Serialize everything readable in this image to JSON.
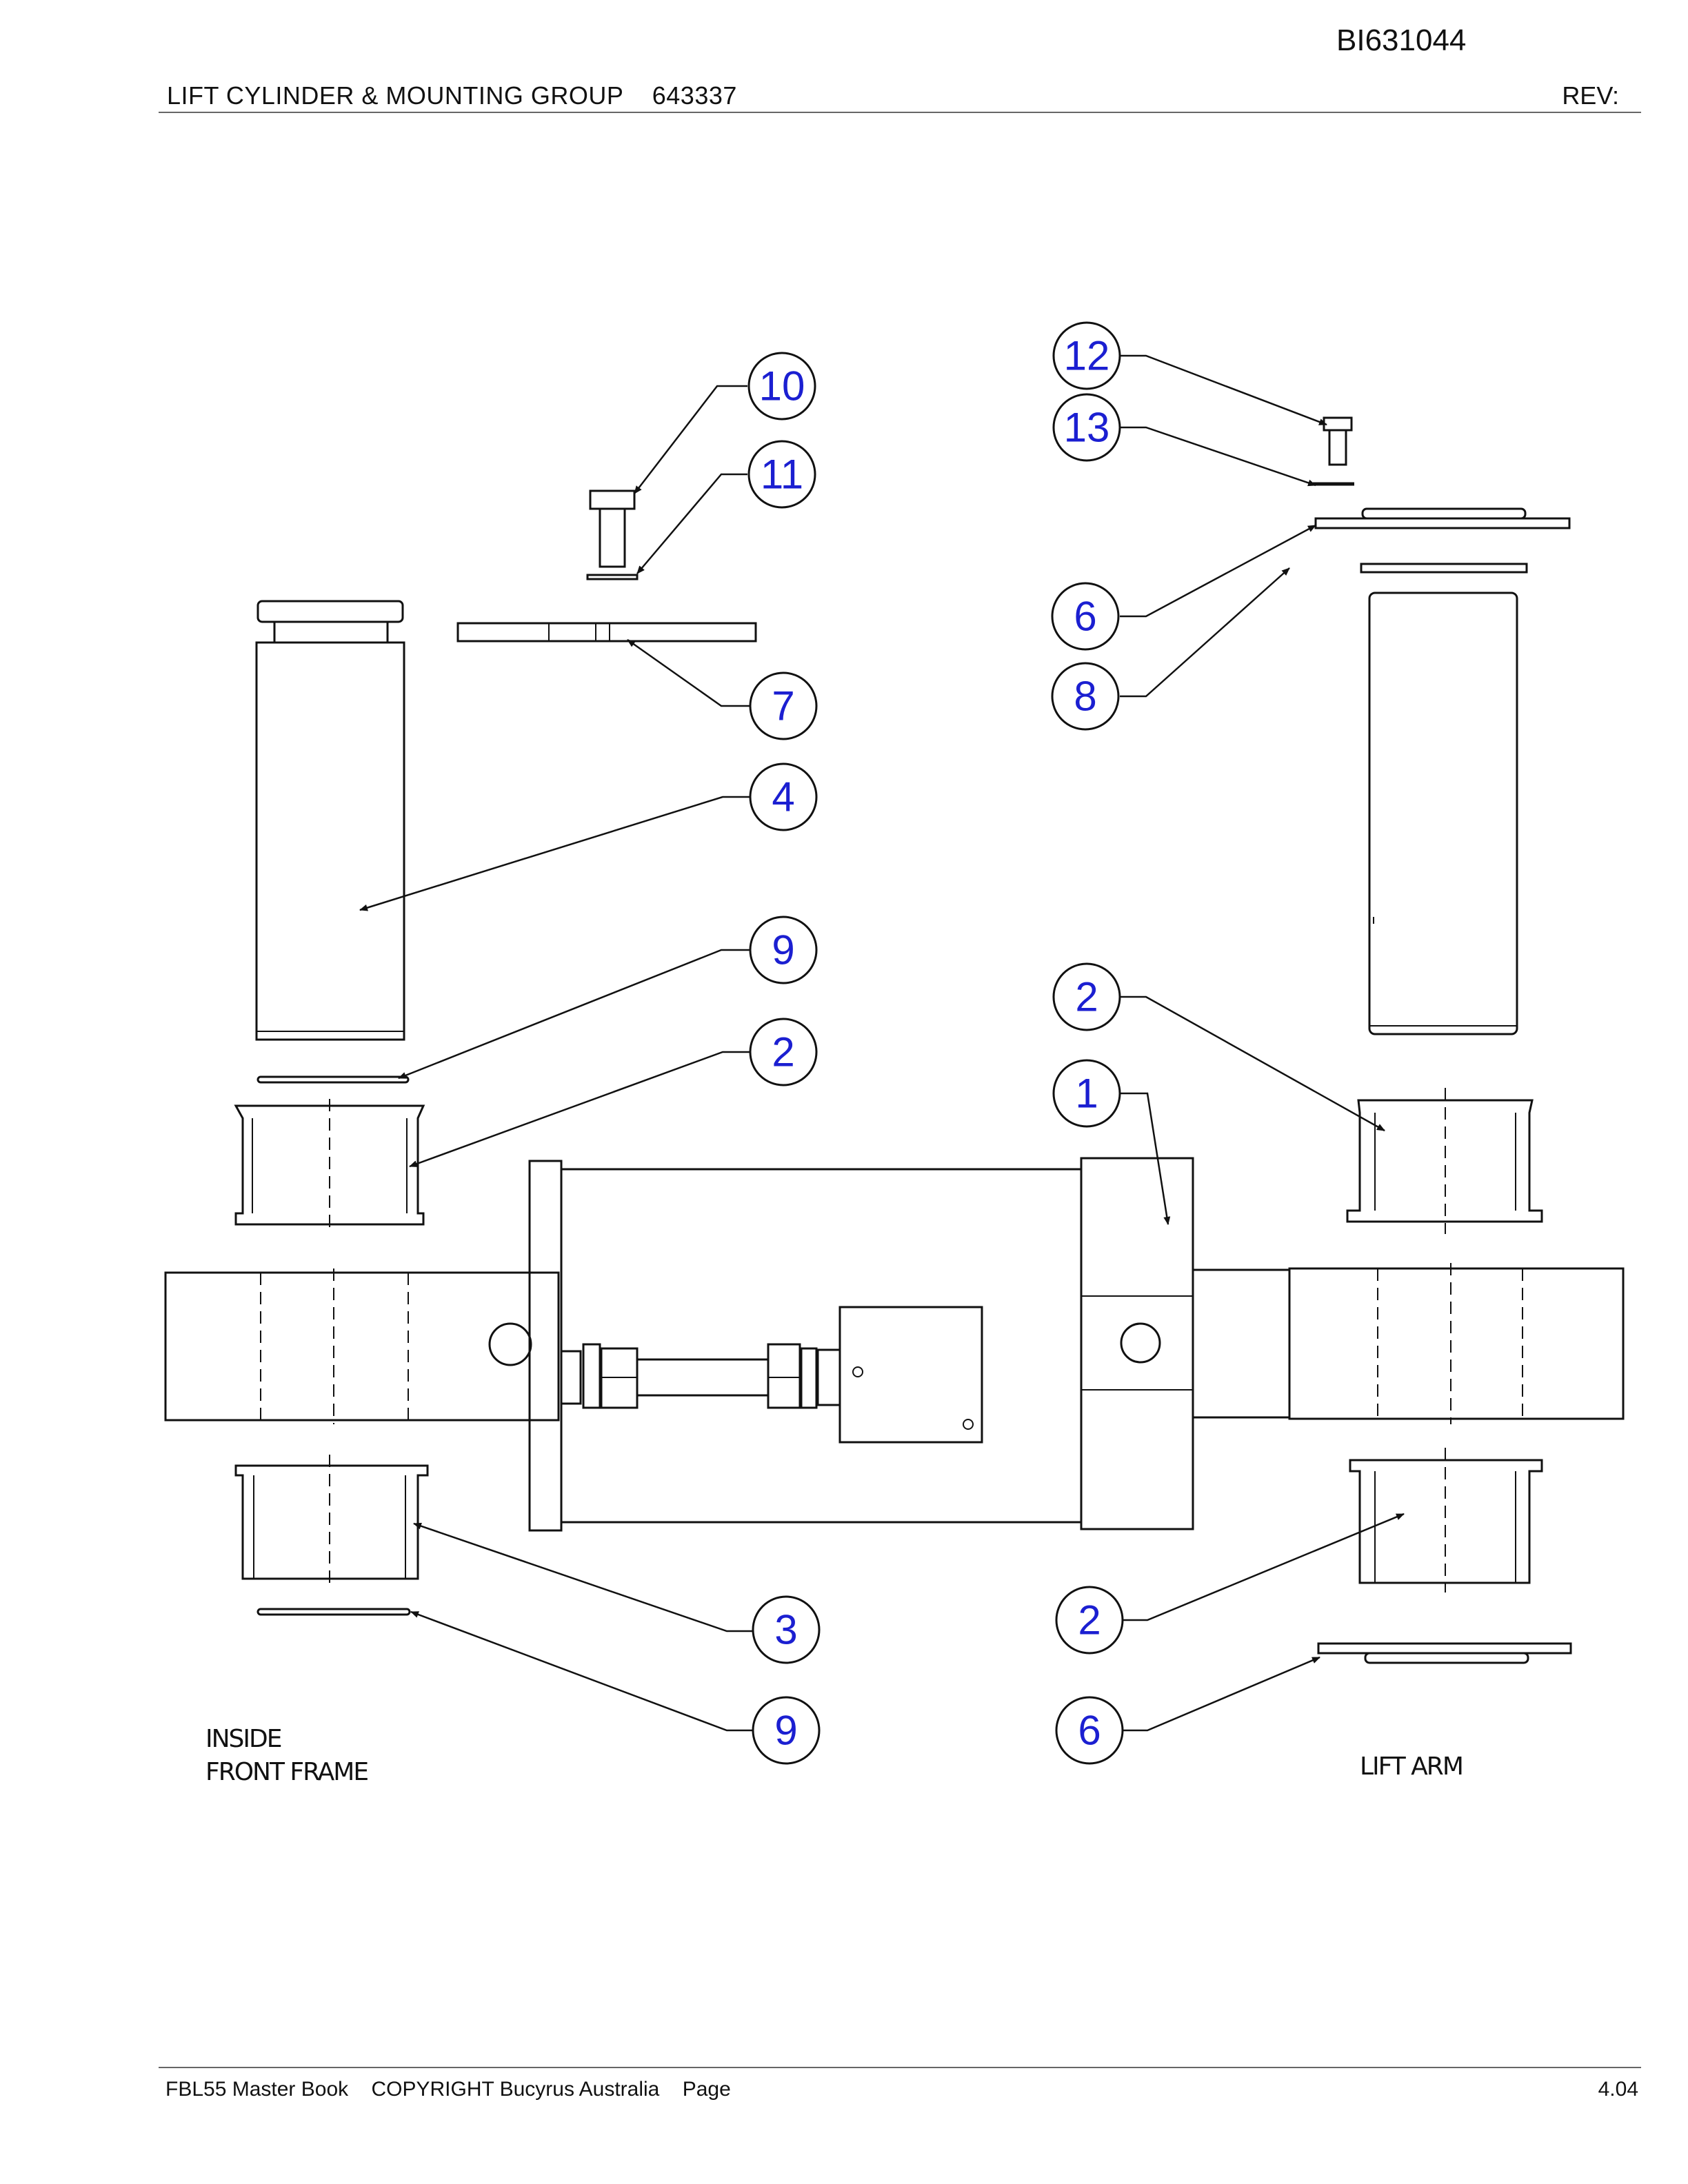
{
  "document_id": "BI631044",
  "header": {
    "title": "LIFT CYLINDER & MOUNTING GROUP    643337",
    "rev_label": "REV:"
  },
  "footer": {
    "left": "FBL55 Master Book    COPYRIGHT Bucyrus Australia    Page",
    "page_number": "4.04"
  },
  "diagram": {
    "labels": {
      "inside_line1": "INSIDE",
      "inside_line2": "FRONT FRAME",
      "lift_arm": "LIFT ARM"
    },
    "callouts": [
      {
        "id": "c10",
        "number": "10"
      },
      {
        "id": "c11",
        "number": "11"
      },
      {
        "id": "c7",
        "number": "7"
      },
      {
        "id": "c4",
        "number": "4"
      },
      {
        "id": "c9a",
        "number": "9"
      },
      {
        "id": "c2a",
        "number": "2"
      },
      {
        "id": "c3",
        "number": "3"
      },
      {
        "id": "c9b",
        "number": "9"
      },
      {
        "id": "c12",
        "number": "12"
      },
      {
        "id": "c13",
        "number": "13"
      },
      {
        "id": "c6a",
        "number": "6"
      },
      {
        "id": "c8",
        "number": "8"
      },
      {
        "id": "c2b",
        "number": "2"
      },
      {
        "id": "c1",
        "number": "1"
      },
      {
        "id": "c2c",
        "number": "2"
      },
      {
        "id": "c6b",
        "number": "6"
      }
    ],
    "callout_text_color": "#1b1fd1"
  }
}
